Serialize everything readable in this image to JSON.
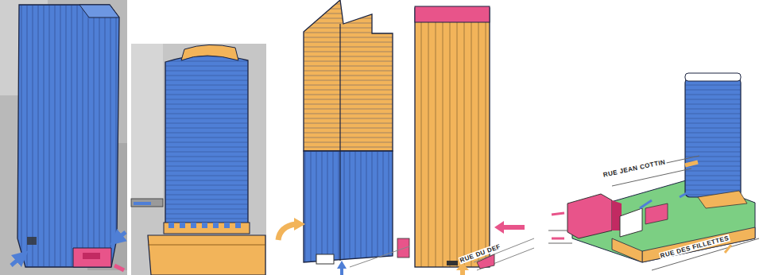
{
  "diagram": {
    "labels": [
      "RUE DU DEF",
      "RUE JEAN COTTIN",
      "RUE DES FILLETTES"
    ]
  }
}
